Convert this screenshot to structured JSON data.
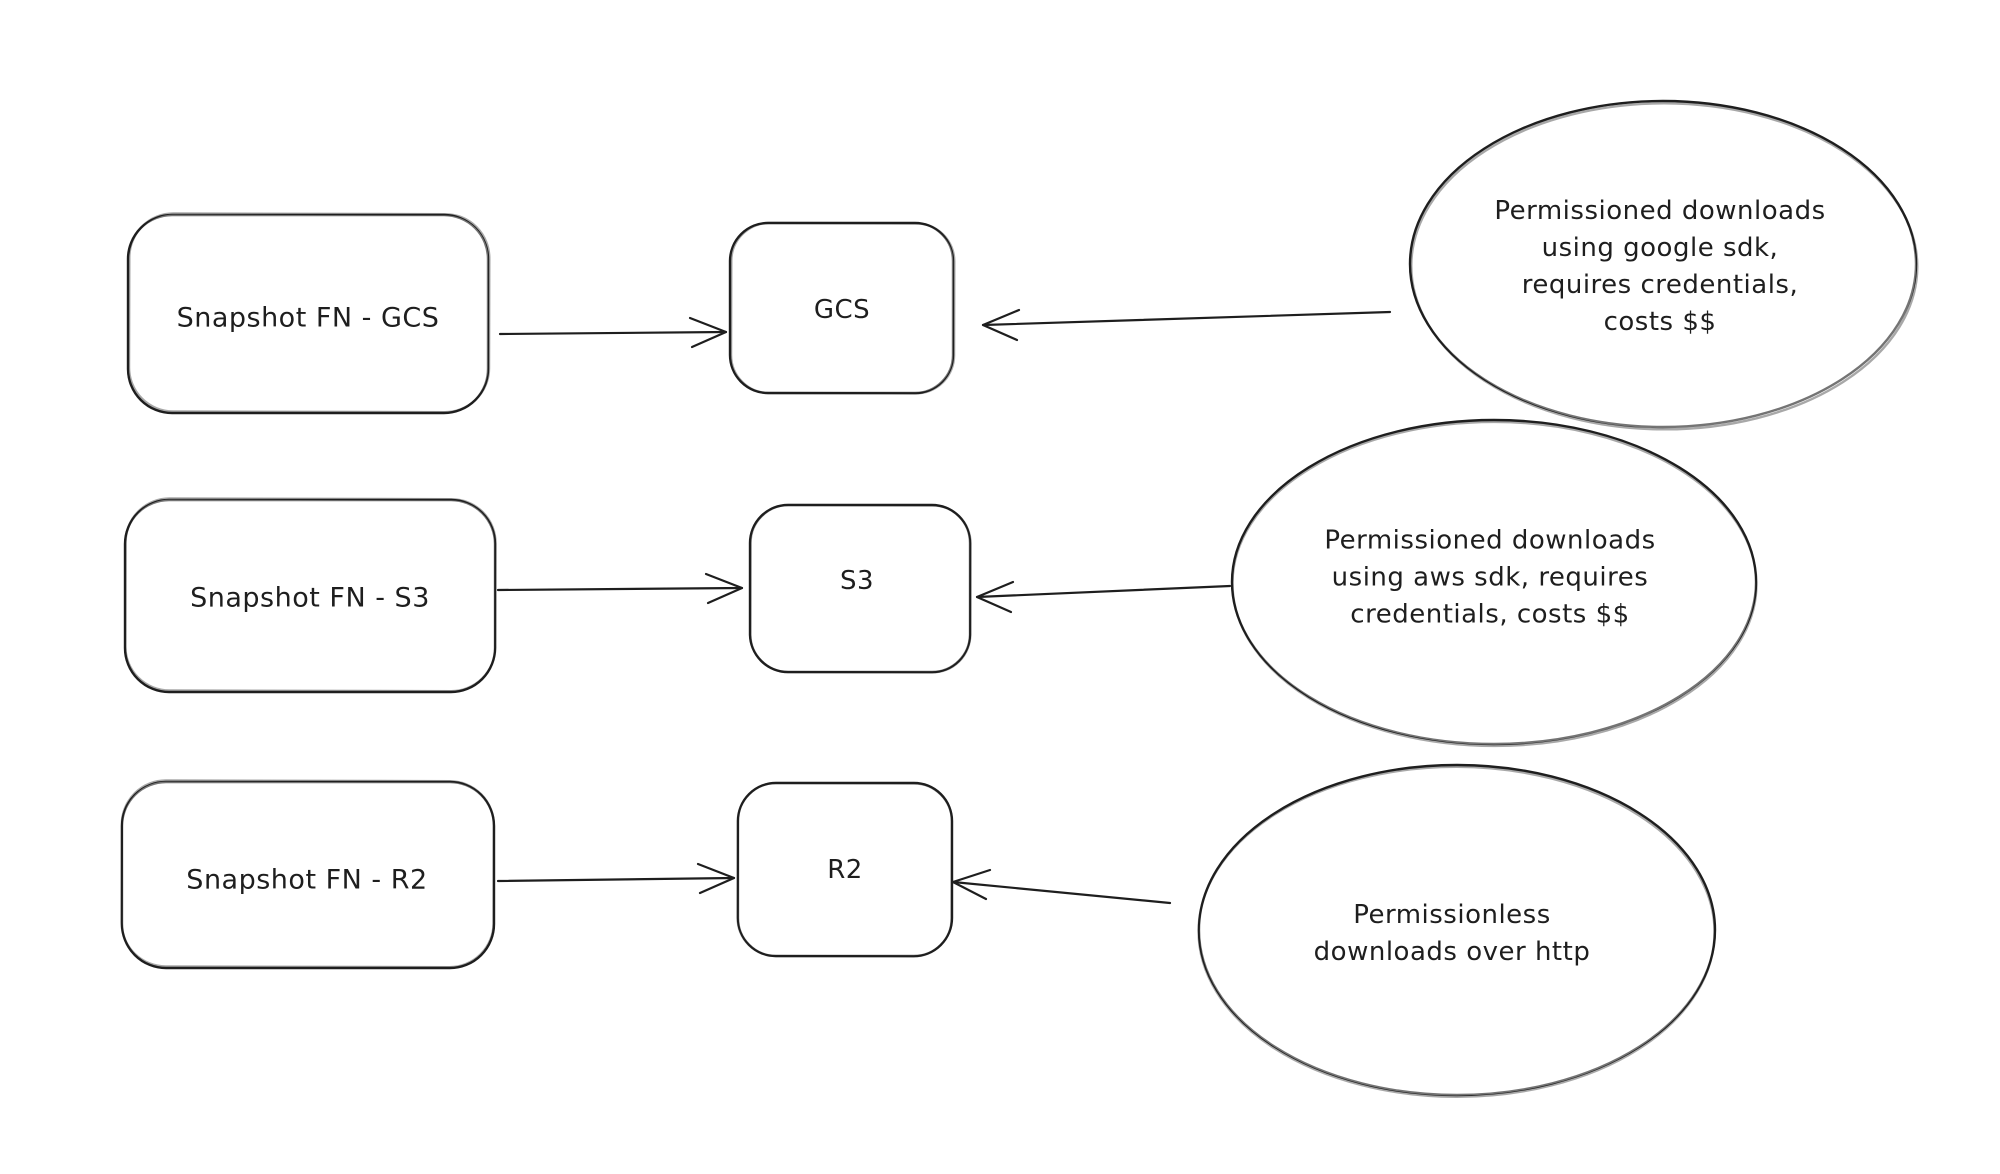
{
  "app": {
    "background_color": "#ffffff",
    "ink_color": "#1e1e1e"
  },
  "diagram": {
    "description": "Snapshot function upload targets and download access notes",
    "rows": [
      {
        "source": {
          "label": "Snapshot FN - GCS"
        },
        "target": {
          "label": "GCS"
        },
        "note": {
          "text": "Permissioned downloads\nusing google sdk,\nrequires credentials,\ncosts $$"
        }
      },
      {
        "source": {
          "label": "Snapshot FN - S3"
        },
        "target": {
          "label": "S3"
        },
        "note": {
          "text": "Permissioned downloads\nusing aws sdk, requires\ncredentials, costs $$"
        }
      },
      {
        "source": {
          "label": "Snapshot FN - R2"
        },
        "target": {
          "label": "R2"
        },
        "note": {
          "text": "Permissionless\ndownloads over http"
        }
      }
    ]
  }
}
